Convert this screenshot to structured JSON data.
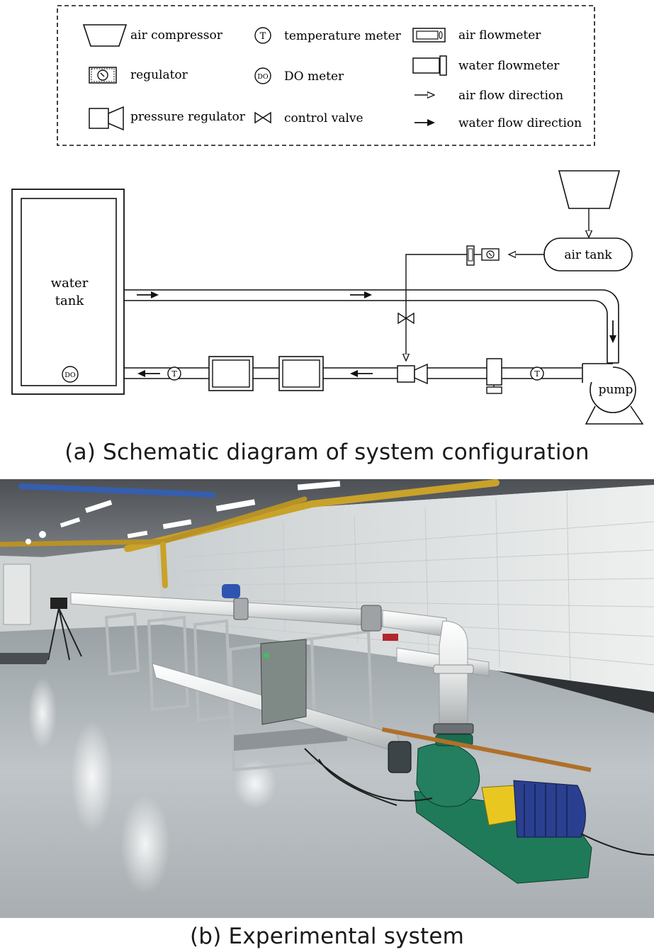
{
  "legend": {
    "air_compressor": "air compressor",
    "regulator": "regulator",
    "pressure_regulator": "pressure regulator",
    "temperature_meter": "temperature meter",
    "do_meter": "DO meter",
    "control_valve": "control valve",
    "air_flowmeter": "air flowmeter",
    "water_flowmeter": "water flowmeter",
    "air_flow_direction": "air flow direction",
    "water_flow_direction": "water flow direction",
    "temp_symbol": "T",
    "do_symbol": "DO"
  },
  "schematic": {
    "water_tank_line1": "water",
    "water_tank_line2": "tank",
    "air_tank": "air tank",
    "pump": "pump",
    "temp_symbol": "T",
    "do_symbol": "DO"
  },
  "captions": {
    "a": "(a) Schematic diagram of system configuration",
    "b": "(b) Experimental system"
  },
  "colors": {
    "pump_green": "#1f7a5a",
    "motor_blue": "#2a3f8f",
    "coupling_yellow": "#e8c820",
    "pipe_yellow": "#c9a22a",
    "floor_grey": "#b9bfc4",
    "wall_white": "#e9eceb"
  }
}
